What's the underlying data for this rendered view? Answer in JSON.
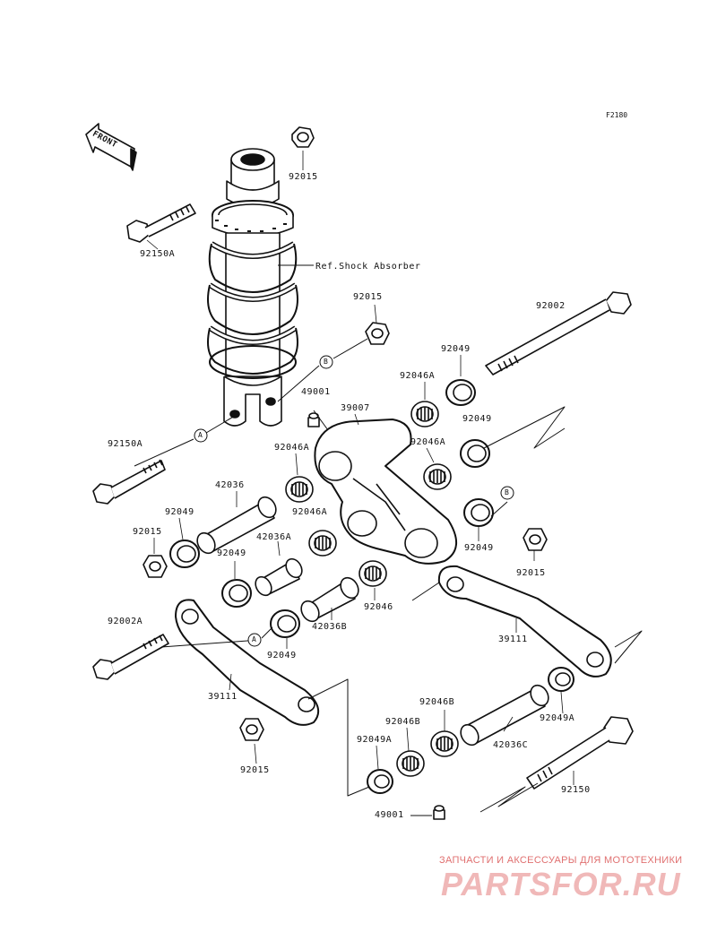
{
  "diagram": {
    "figure_code": "F2180",
    "front_label": "FRONT",
    "ref_label": "Ref.Shock Absorber",
    "callouts": {
      "a": "A",
      "b": "B"
    },
    "parts": {
      "p92015_top": "92015",
      "p92150A_top": "92150A",
      "p92015_mid": "92015",
      "p92002": "92002",
      "p92049_a": "92049",
      "p92046A_a": "92046A",
      "p49001_top": "49001",
      "p39007": "39007",
      "p92049_b": "92049",
      "p92046A_b": "92046A",
      "p92150A_left": "92150A",
      "p92046A_c": "92046A",
      "p42036": "42036",
      "p92049_c": "92049",
      "p92046A_d": "92046A",
      "p92015_left": "92015",
      "p42036A": "42036A",
      "p92049_d": "92049",
      "p92049_e": "92049",
      "p92015_right": "92015",
      "p92046": "92046",
      "p42036B": "42036B",
      "p92002A": "92002A",
      "p92049_f": "92049",
      "p39111_right": "39111",
      "p39111_left": "39111",
      "p92046B_a": "92046B",
      "p92046B_b": "92046B",
      "p92049A_a": "92049A",
      "p42036C": "42036C",
      "p92049A_b": "92049A",
      "p92015_bottom": "92015",
      "p92150": "92150",
      "p49001_bottom": "49001"
    }
  },
  "watermark": {
    "tagline": "ЗАПЧАСТИ И АКСЕССУАРЫ ДЛЯ МОТОТЕХНИКИ",
    "logo": "PARTSFOR.RU"
  }
}
